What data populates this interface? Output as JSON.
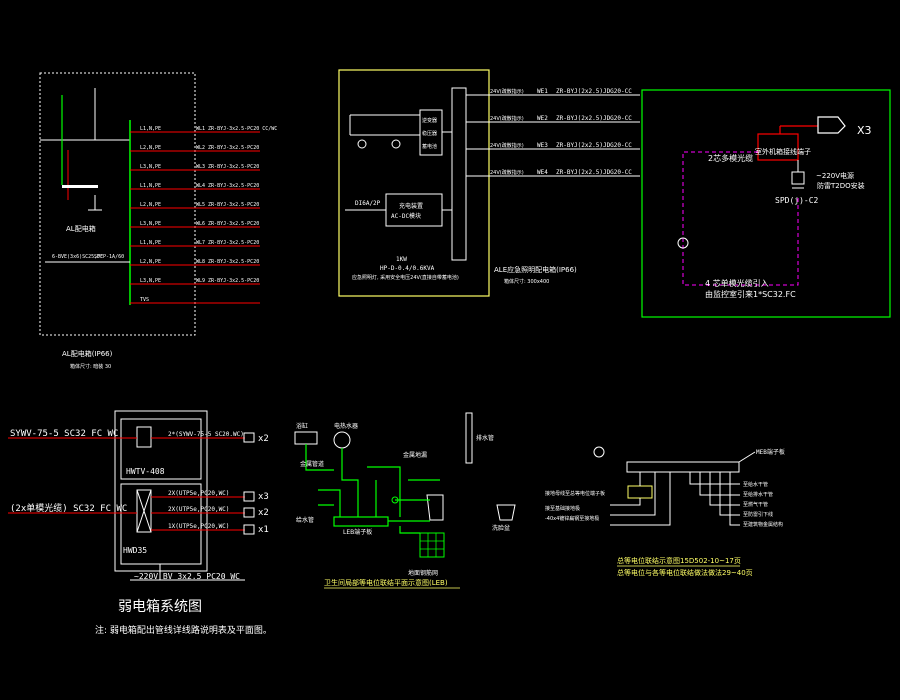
{
  "colors": {
    "background": "#000000",
    "white": "#ffffff",
    "green": "#00ff00",
    "red": "#ff0000",
    "yellow": "#ffff66",
    "magenta": "#ff00ff",
    "cyan": "#00ffff"
  },
  "panel_al": {
    "title": "AL配电箱(IP66)",
    "subtitle": "箱体尺寸: 暗装 30",
    "incoming_note": "6-BVE(3x6)SC25,FC",
    "switch_label": "SDFP-1A/60",
    "tag": "AL配电箱",
    "breaker_labels": [
      "L1,N,PE",
      "L2,N,PE",
      "L3,N,PE",
      "L1,N,PE",
      "L2,N,PE",
      "L3,N,PE",
      "L1,N,PE",
      "L2,N,PE",
      "L3,N,PE",
      "TVS"
    ],
    "circuits": [
      "WL1 ZR-BYJ-3x2.5-PC20 CC/WC",
      "WL2 ZR-BYJ-3x2.5-PC20",
      "WL3 ZR-BYJ-3x2.5-PC20",
      "WL4 ZR-BYJ-3x2.5-PC20",
      "WL5 ZR-BYJ-3x2.5-PC20",
      "WL6 ZR-BYJ-3x2.5-PC20",
      "WL7 ZR-BYJ-3x2.5-PC20",
      "WL8 ZR-BYJ-3x2.5-PC20",
      "WL9 ZR-BYJ-3x2.5-PC20"
    ]
  },
  "panel_ale": {
    "title": "ALE应急照明配电箱(IP66)",
    "subtitle": "箱体尺寸: 300x400",
    "input_label": "DI6A/2P",
    "converter_label_1": "充电装置",
    "converter_label_2": "AC-DC模块",
    "power_label_1": "1KW",
    "power_label_2": "HP-D-0.4/0.6KVA",
    "power_note": "应急照明灯, 采用安全电压24V(直接自带蓄电池)",
    "module_labels": [
      "逆变器",
      "稳压器",
      "蓄电池"
    ],
    "outputs": [
      {
        "left": "24V(疏散指示)",
        "circuit": "WE1",
        "cable": "ZR-BYJ(2x2.5)JDG20-CC"
      },
      {
        "left": "24V(疏散指示)",
        "circuit": "WE2",
        "cable": "ZR-BYJ(2x2.5)JDG20-CC"
      },
      {
        "left": "24V(疏散指示)",
        "circuit": "WE3",
        "cable": "ZR-BYJ(2x2.5)JDG20-CC"
      },
      {
        "left": "24V(疏散指示)",
        "circuit": "WE4",
        "cable": "ZR-BYJ(2x2.5)JDG20-CC"
      }
    ]
  },
  "panel_x3": {
    "tag": "X3",
    "module_label": "室外机箱接线端子",
    "loop_label": "2芯多模光缆",
    "power_label": "~220V电源",
    "power_note": "防雷T2DO安装",
    "spd_label": "SPD(j)-C2",
    "bottom_label_1": "4 芯单模光缆引入",
    "bottom_label_2": "由监控室引来1*SC32.FC"
  },
  "weak_box": {
    "cable_top": "SYWV-75-5 SC32 FC WC",
    "cable_bottom": "(2x单模光缆) SC32 FC WC",
    "top_device": "HWTV-408",
    "bottom_device": "HWD35",
    "top_out": "2*(SYWV-75-5 SC20.WC)",
    "top_count": "x2",
    "bottom_outs": [
      {
        "label": "2X(UTP5e,PC20,WC)",
        "count": "x3"
      },
      {
        "label": "2X(UTP5e,PC20,WC)",
        "count": "x2"
      },
      {
        "label": "1X(UTP5e,PC20,WC)",
        "count": "x1"
      }
    ],
    "power": "~220V BV 3x2.5 PC20 WC",
    "title": "弱电箱系统图",
    "note": "注: 弱电箱配出管线详线路说明表及平面图。"
  },
  "leb": {
    "labels": [
      "浴缸",
      "电热水器",
      "排水管",
      "金属地漏",
      "金属管道",
      "给水管",
      "LEB端子板",
      "地面钢筋网",
      "洗脸盆"
    ],
    "caption": "卫生间局部等电位联结平面示意图(LEB)"
  },
  "meb": {
    "box_label": "MEB端子板",
    "left_labels": [
      "接地母线至总等电位端子板",
      "接至基础接地极",
      "-40x4镀锌扁钢至接地极"
    ],
    "right_labels": [
      "至给水干管",
      "至给排水干管",
      "至燃气干管",
      "至防雷引下线",
      "至建筑物金属结构"
    ],
    "caption_1": "总等电位联结示意图15D502-10~17页",
    "caption_2": "总等电位与各等电位联结做法做法29~40页"
  }
}
